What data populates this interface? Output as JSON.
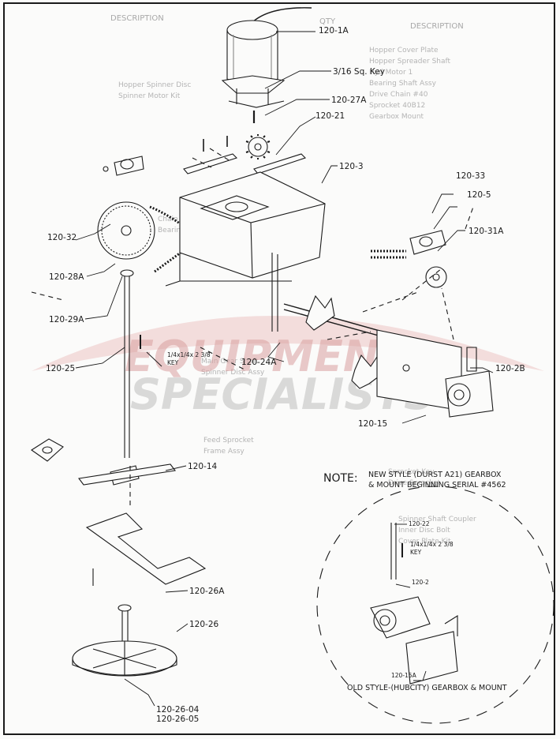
{
  "watermark": {
    "line1": "EQUIPMENT",
    "line2": "SPECIALISTS"
  },
  "bleed_through": {
    "headers": [
      "DESCRIPTION",
      "QTY",
      "DESCRIPTION"
    ],
    "lines": [
      "Hopper Cover Plate",
      "Hopper Spreader Shaft",
      "Hyd Motor 1",
      "Bearing Shaft Assy",
      "Drive Chain #40",
      "Sprocket 40B12",
      "Gearbox Mount",
      "Hopper Spinner Disc",
      "Spinner Motor Kit",
      "Chain Tensioner",
      "Bearing Flange",
      "Main Gear Shaft",
      "Spinner Disc Assy",
      "Feed Sprocket",
      "Frame Assy",
      "Sprocket Key",
      "Drive Sprocket",
      "Spinner Shaft Coupler",
      "Inner Disc Bolt",
      "Cover Plate Kit"
    ]
  },
  "parts": {
    "p120_1A": "120-1A",
    "key_3_16": "3/16 Sq. Key",
    "p120_27A": "120-27A",
    "p120_21": "120-21",
    "p120_3": "120-3",
    "p120_33": "120-33",
    "p120_5": "120-5",
    "p120_31A": "120-31A",
    "p120_32": "120-32",
    "p120_28A": "120-28A",
    "p120_29A": "120-29A",
    "key_line1": "1/4x1/4x 2 3/8",
    "key_line2": "KEY",
    "p120_25": "120-25",
    "p120_24A": "120-24A",
    "p120_2B": "120-2B",
    "p120_15": "120-15",
    "p120_14": "120-14",
    "p120_26A": "120-26A",
    "p120_26": "120-26",
    "p120_26_04": "120-26-04",
    "p120_26_05": "120-26-05",
    "p120_22": "120-22",
    "key2_line1": "1/4x1/4x 2 3/8",
    "key2_line2": "KEY",
    "p120_2": "120-2",
    "p120_15A": "120-15A"
  },
  "note": {
    "prefix": "NOTE:",
    "line1": "NEW STYLE (DURST A21) GEARBOX",
    "line2": "& MOUNT BEGINNING SERIAL #4562"
  },
  "old_style_caption": "OLD STYLE-(HUBCITY) GEARBOX & MOUNT"
}
